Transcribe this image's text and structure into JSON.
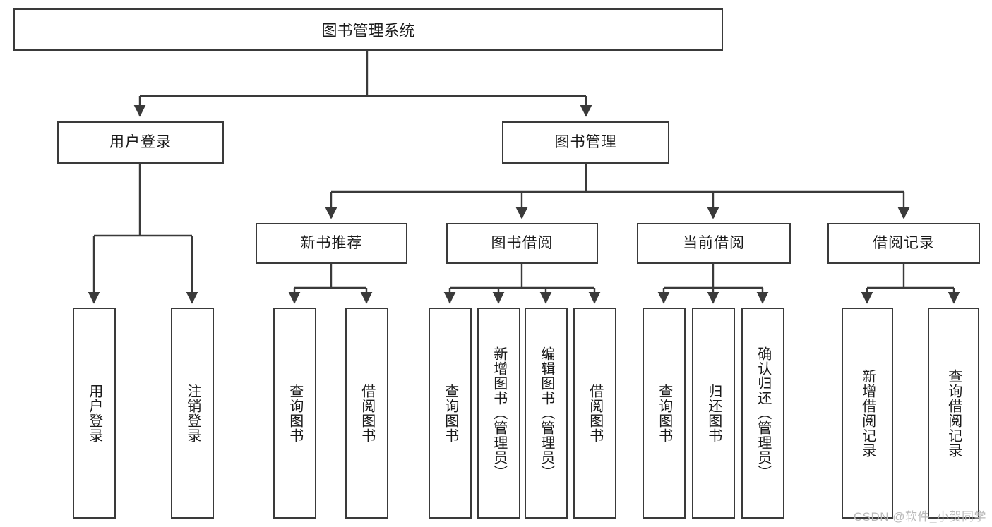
{
  "diagram": {
    "title": "图书管理系统",
    "type": "tree-hierarchy-chart",
    "root": {
      "label": "图书管理系统"
    },
    "level2": [
      {
        "label": "用户登录"
      },
      {
        "label": "图书管理"
      }
    ],
    "level3": [
      {
        "label": "新书推荐"
      },
      {
        "label": "图书借阅"
      },
      {
        "label": "当前借阅"
      },
      {
        "label": "借阅记录"
      }
    ],
    "leaves": {
      "user_login": [
        {
          "label": "用户登录"
        },
        {
          "label": "注销登录"
        }
      ],
      "new_book_recommend": [
        {
          "label": "查询图书"
        },
        {
          "label": "借阅图书"
        }
      ],
      "book_borrow": [
        {
          "label": "查询图书"
        },
        {
          "label": "新增图书（管理员）"
        },
        {
          "label": "编辑图书（管理员）"
        },
        {
          "label": "借阅图书"
        }
      ],
      "current_borrow": [
        {
          "label": "查询图书"
        },
        {
          "label": "归还图书"
        },
        {
          "label": "确认归还（管理员）"
        }
      ],
      "borrow_records": [
        {
          "label": "新增借阅记录"
        },
        {
          "label": "查询借阅记录"
        }
      ]
    }
  },
  "watermark": {
    "text": "CSDN @软件_小贺同学"
  },
  "colors": {
    "border": "#3a3a3a",
    "text": "#1a1a1a",
    "background": "#ffffff",
    "watermark": "#b9b9b9"
  }
}
